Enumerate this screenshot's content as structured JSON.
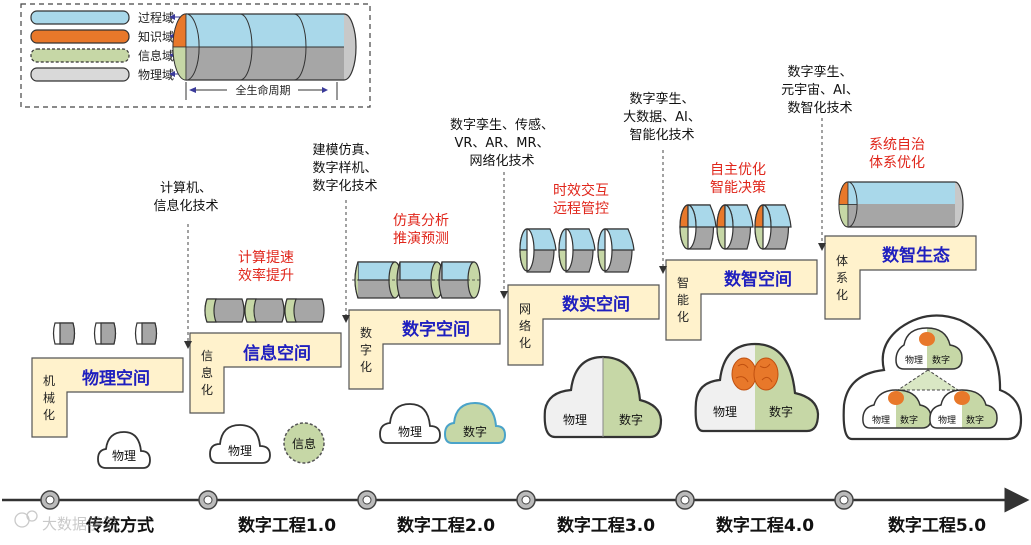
{
  "legend": {
    "items": [
      "过程域",
      "知识域",
      "信息域",
      "物理域"
    ],
    "lifecycle_label": "全生命周期"
  },
  "stages": [
    {
      "era": "传统方式",
      "space": "物理空间",
      "enabler_vertical": "机械化",
      "tech": [
        "计算机、",
        "信息化技术"
      ],
      "goal": [],
      "clouds": [
        "物理"
      ]
    },
    {
      "era": "数字工程1.0",
      "space": "信息空间",
      "enabler_vertical": "信息化",
      "tech": [
        "建模仿真、",
        "数字样机、",
        "数字化技术"
      ],
      "goal": [
        "计算提速",
        "效率提升"
      ],
      "clouds": [
        "物理",
        "信息"
      ]
    },
    {
      "era": "数字工程2.0",
      "space": "数字空间",
      "enabler_vertical": "数字化",
      "tech": [
        "数字孪生、传感、",
        "VR、AR、MR、",
        "网络化技术"
      ],
      "goal": [
        "仿真分析",
        "推演预测"
      ],
      "clouds": [
        "物理",
        "数字"
      ]
    },
    {
      "era": "数字工程3.0",
      "space": "数实空间",
      "enabler_vertical": "网络化",
      "tech": [
        "数字孪生、",
        "大数据、AI、",
        "智能化技术"
      ],
      "goal": [
        "时效交互",
        "远程管控"
      ],
      "clouds": [
        "物理",
        "数字"
      ]
    },
    {
      "era": "数字工程4.0",
      "space": "数智空间",
      "enabler_vertical": "智能化",
      "tech": [
        "数字孪生、",
        "元宇宙、AI、",
        "数智化技术"
      ],
      "goal": [
        "自主优化",
        "智能决策"
      ],
      "clouds": [
        "物理",
        "数字"
      ]
    },
    {
      "era": "数字工程5.0",
      "space": "数智生态",
      "enabler_vertical": "体系化",
      "tech": [],
      "goal": [
        "系统自治",
        "体系优化"
      ],
      "clouds": [
        "物理",
        "数字",
        "物理",
        "数字",
        "物理",
        "数字"
      ]
    }
  ],
  "colors": {
    "process": "#a9d8ea",
    "knowledge": "#e8782a",
    "info": "#c6d7a6",
    "physical": "#a6a6a6",
    "space_title": "#1f1fbf",
    "goal": "#e0261b",
    "stair_fill": "#fff2cc",
    "axis": "#333333"
  },
  "watermark": "大数据学习"
}
